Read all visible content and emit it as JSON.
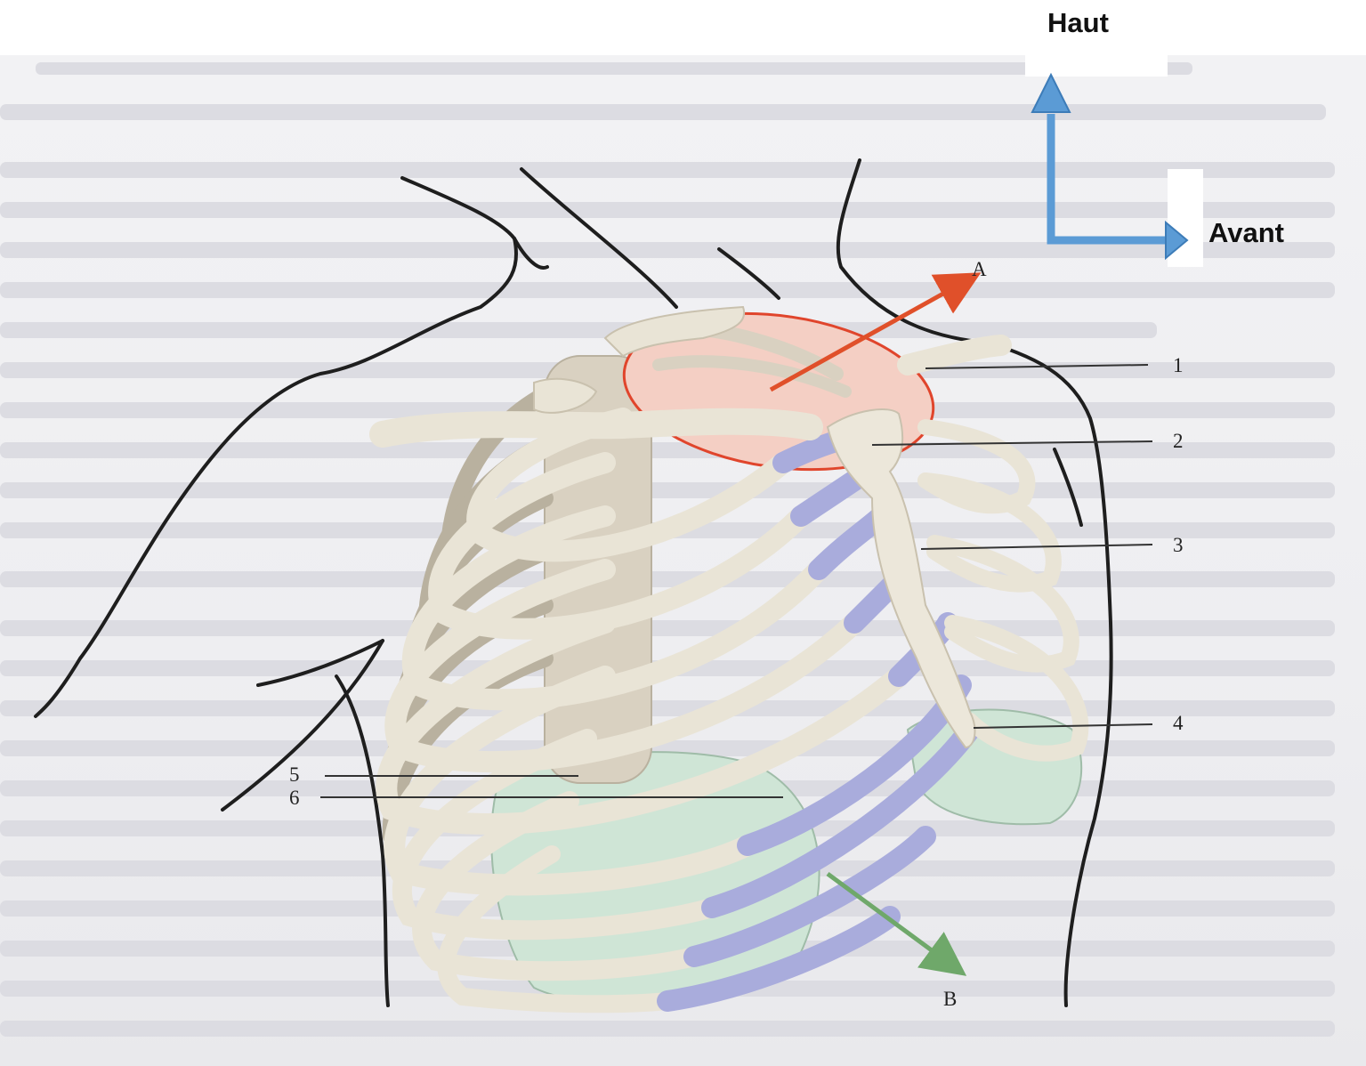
{
  "orientation": {
    "up_label": "Haut",
    "forward_label": "Avant",
    "arrow_color": "#5b9bd5"
  },
  "diagram": {
    "subject": "rib cage (thorax) with sternum, clavicle, vertebral column and diaphragm",
    "callouts": [
      {
        "id": "1",
        "label": "1"
      },
      {
        "id": "2",
        "label": "2"
      },
      {
        "id": "3",
        "label": "3"
      },
      {
        "id": "4",
        "label": "4"
      },
      {
        "id": "5",
        "label": "5"
      },
      {
        "id": "6",
        "label": "6"
      }
    ],
    "arrows": [
      {
        "id": "A",
        "label": "A",
        "color": "#e0502a"
      },
      {
        "id": "B",
        "label": "B",
        "color": "#6fa86a"
      }
    ],
    "colors": {
      "bone": "#e9e4d6",
      "bone_shadow": "#b9b19f",
      "cartilage": "#a9acdc",
      "diaphragm": "#cfe5d6",
      "thoracic_inlet": "#f1b2a4",
      "body_outline": "#1e1e1e"
    }
  }
}
